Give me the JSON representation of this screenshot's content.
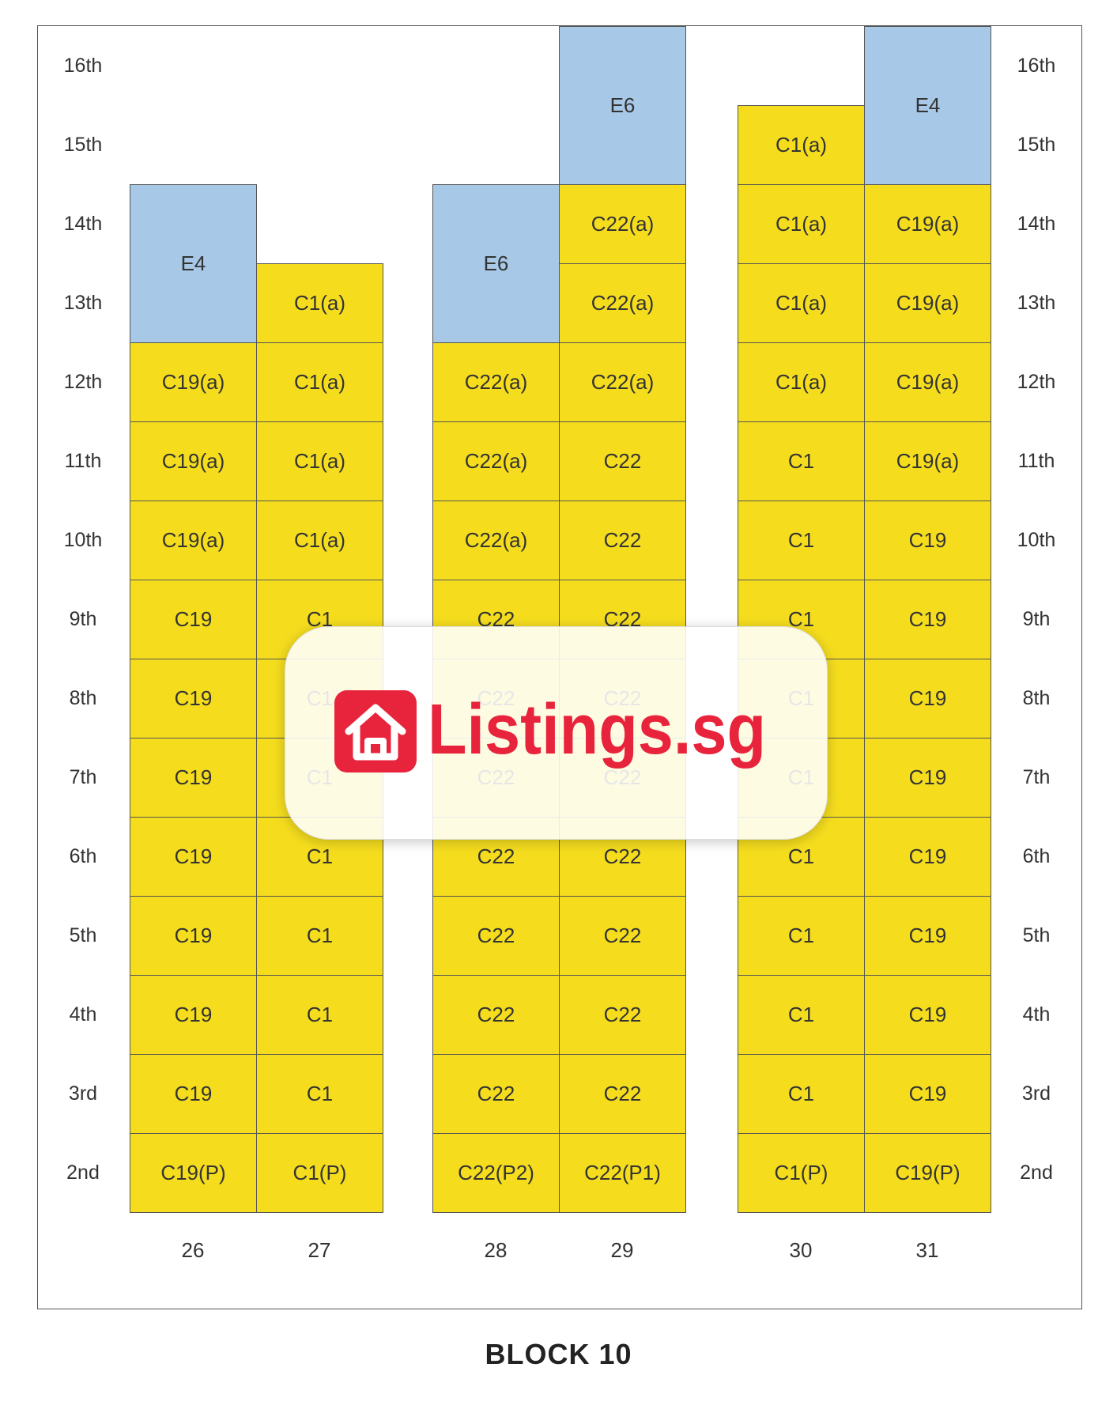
{
  "title": "BLOCK 10",
  "watermark_text": "Listings.sg",
  "colors": {
    "unit": "#f5dd1e",
    "penthouse": "#a7c8e6",
    "brand": "#e8243c"
  },
  "floors": [
    "16th",
    "15th",
    "14th",
    "13th",
    "12th",
    "11th",
    "10th",
    "9th",
    "8th",
    "7th",
    "6th",
    "5th",
    "4th",
    "3rd",
    "2nd"
  ],
  "stacks": [
    {
      "no": "26",
      "units": [
        {
          "label": "E4",
          "from": "13th",
          "to": "14th",
          "type": "penthouse"
        },
        {
          "label": "C19(a)",
          "from": "12th",
          "type": "unit"
        },
        {
          "label": "C19(a)",
          "from": "11th",
          "type": "unit"
        },
        {
          "label": "C19(a)",
          "from": "10th",
          "type": "unit"
        },
        {
          "label": "C19",
          "from": "9th",
          "type": "unit"
        },
        {
          "label": "C19",
          "from": "8th",
          "type": "unit"
        },
        {
          "label": "C19",
          "from": "7th",
          "type": "unit"
        },
        {
          "label": "C19",
          "from": "6th",
          "type": "unit"
        },
        {
          "label": "C19",
          "from": "5th",
          "type": "unit"
        },
        {
          "label": "C19",
          "from": "4th",
          "type": "unit"
        },
        {
          "label": "C19",
          "from": "3rd",
          "type": "unit"
        },
        {
          "label": "C19(P)",
          "from": "2nd",
          "type": "unit"
        }
      ]
    },
    {
      "no": "27",
      "units": [
        {
          "label": "C1(a)",
          "from": "13th",
          "type": "unit"
        },
        {
          "label": "C1(a)",
          "from": "12th",
          "type": "unit"
        },
        {
          "label": "C1(a)",
          "from": "11th",
          "type": "unit"
        },
        {
          "label": "C1(a)",
          "from": "10th",
          "type": "unit"
        },
        {
          "label": "C1",
          "from": "9th",
          "type": "unit"
        },
        {
          "label": "C1",
          "from": "8th",
          "type": "unit"
        },
        {
          "label": "C1",
          "from": "7th",
          "type": "unit"
        },
        {
          "label": "C1",
          "from": "6th",
          "type": "unit"
        },
        {
          "label": "C1",
          "from": "5th",
          "type": "unit"
        },
        {
          "label": "C1",
          "from": "4th",
          "type": "unit"
        },
        {
          "label": "C1",
          "from": "3rd",
          "type": "unit"
        },
        {
          "label": "C1(P)",
          "from": "2nd",
          "type": "unit"
        }
      ]
    },
    {
      "no": "28",
      "units": [
        {
          "label": "E6",
          "from": "13th",
          "to": "14th",
          "type": "penthouse"
        },
        {
          "label": "C22(a)",
          "from": "12th",
          "type": "unit"
        },
        {
          "label": "C22(a)",
          "from": "11th",
          "type": "unit"
        },
        {
          "label": "C22(a)",
          "from": "10th",
          "type": "unit"
        },
        {
          "label": "C22",
          "from": "9th",
          "type": "unit"
        },
        {
          "label": "C22",
          "from": "8th",
          "type": "unit"
        },
        {
          "label": "C22",
          "from": "7th",
          "type": "unit"
        },
        {
          "label": "C22",
          "from": "6th",
          "type": "unit"
        },
        {
          "label": "C22",
          "from": "5th",
          "type": "unit"
        },
        {
          "label": "C22",
          "from": "4th",
          "type": "unit"
        },
        {
          "label": "C22",
          "from": "3rd",
          "type": "unit"
        },
        {
          "label": "C22(P2)",
          "from": "2nd",
          "type": "unit"
        }
      ]
    },
    {
      "no": "29",
      "units": [
        {
          "label": "E6",
          "from": "15th",
          "to": "16th",
          "type": "penthouse"
        },
        {
          "label": "C22(a)",
          "from": "14th",
          "type": "unit"
        },
        {
          "label": "C22(a)",
          "from": "13th",
          "type": "unit"
        },
        {
          "label": "C22(a)",
          "from": "12th",
          "type": "unit"
        },
        {
          "label": "C22",
          "from": "11th",
          "type": "unit"
        },
        {
          "label": "C22",
          "from": "10th",
          "type": "unit"
        },
        {
          "label": "C22",
          "from": "9th",
          "type": "unit"
        },
        {
          "label": "C22",
          "from": "8th",
          "type": "unit"
        },
        {
          "label": "C22",
          "from": "7th",
          "type": "unit"
        },
        {
          "label": "C22",
          "from": "6th",
          "type": "unit"
        },
        {
          "label": "C22",
          "from": "5th",
          "type": "unit"
        },
        {
          "label": "C22",
          "from": "4th",
          "type": "unit"
        },
        {
          "label": "C22",
          "from": "3rd",
          "type": "unit"
        },
        {
          "label": "C22(P1)",
          "from": "2nd",
          "type": "unit"
        }
      ]
    },
    {
      "no": "30",
      "units": [
        {
          "label": "C1(a)",
          "from": "15th",
          "type": "unit"
        },
        {
          "label": "C1(a)",
          "from": "14th",
          "type": "unit"
        },
        {
          "label": "C1(a)",
          "from": "13th",
          "type": "unit"
        },
        {
          "label": "C1(a)",
          "from": "12th",
          "type": "unit"
        },
        {
          "label": "C1",
          "from": "11th",
          "type": "unit"
        },
        {
          "label": "C1",
          "from": "10th",
          "type": "unit"
        },
        {
          "label": "C1",
          "from": "9th",
          "type": "unit"
        },
        {
          "label": "C1",
          "from": "8th",
          "type": "unit"
        },
        {
          "label": "C1",
          "from": "7th",
          "type": "unit"
        },
        {
          "label": "C1",
          "from": "6th",
          "type": "unit"
        },
        {
          "label": "C1",
          "from": "5th",
          "type": "unit"
        },
        {
          "label": "C1",
          "from": "4th",
          "type": "unit"
        },
        {
          "label": "C1",
          "from": "3rd",
          "type": "unit"
        },
        {
          "label": "C1(P)",
          "from": "2nd",
          "type": "unit"
        }
      ]
    },
    {
      "no": "31",
      "units": [
        {
          "label": "E4",
          "from": "15th",
          "to": "16th",
          "type": "penthouse"
        },
        {
          "label": "C19(a)",
          "from": "14th",
          "type": "unit"
        },
        {
          "label": "C19(a)",
          "from": "13th",
          "type": "unit"
        },
        {
          "label": "C19(a)",
          "from": "12th",
          "type": "unit"
        },
        {
          "label": "C19(a)",
          "from": "11th",
          "type": "unit"
        },
        {
          "label": "C19",
          "from": "10th",
          "type": "unit"
        },
        {
          "label": "C19",
          "from": "9th",
          "type": "unit"
        },
        {
          "label": "C19",
          "from": "8th",
          "type": "unit"
        },
        {
          "label": "C19",
          "from": "7th",
          "type": "unit"
        },
        {
          "label": "C19",
          "from": "6th",
          "type": "unit"
        },
        {
          "label": "C19",
          "from": "5th",
          "type": "unit"
        },
        {
          "label": "C19",
          "from": "4th",
          "type": "unit"
        },
        {
          "label": "C19",
          "from": "3rd",
          "type": "unit"
        },
        {
          "label": "C19(P)",
          "from": "2nd",
          "type": "unit"
        }
      ]
    }
  ]
}
